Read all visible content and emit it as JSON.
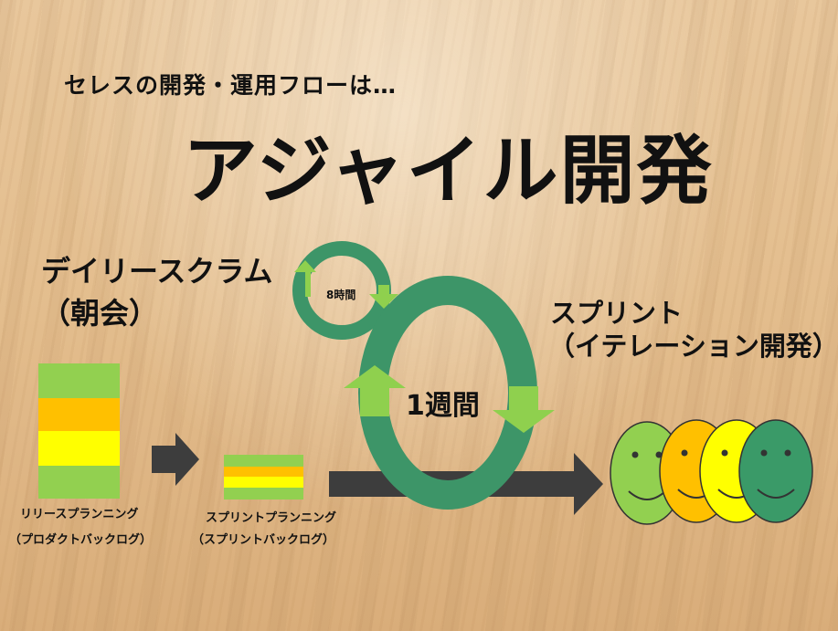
{
  "header": {
    "subtitle": "セレスの開発・運用フローは…",
    "title": "アジャイル開発"
  },
  "daily_scrum": {
    "line1": "デイリースクラム",
    "line2": "（朝会）"
  },
  "sprint": {
    "line1": "スプリント",
    "line2": "（イテレーション開発）"
  },
  "release_planning": {
    "line1": "リリースプランニング",
    "line2": "（プロダクトバックログ）"
  },
  "sprint_planning": {
    "line1": "スプリントプランニング",
    "line2": "（スプリントバックログ）"
  },
  "cycles": {
    "small_label": "8時間",
    "large_label": "1週間"
  },
  "colors": {
    "green": "#92d050",
    "orange": "#ffc000",
    "yellow": "#ffff00",
    "dark_green": "#3a9a68",
    "ring": "#3d9568",
    "arrow_green": "#8fd04e",
    "arrow_dark": "#3d3d3d"
  },
  "icons": {
    "faces": [
      "smiley-face-icon",
      "smiley-face-icon",
      "smiley-face-icon",
      "smiley-face-icon"
    ]
  }
}
